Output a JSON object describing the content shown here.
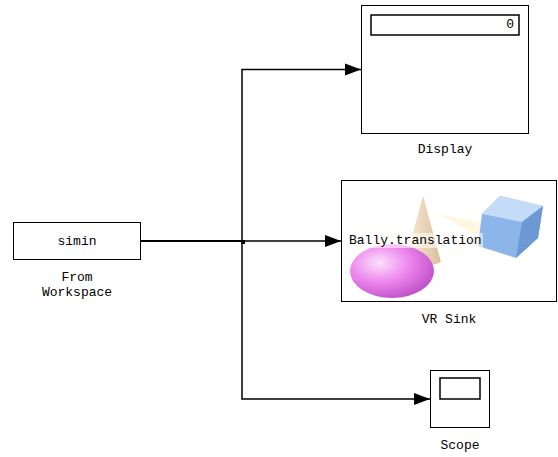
{
  "diagram": {
    "nodes": [
      {
        "text": [
          "simin",
          "From Workspace"
        ]
      },
      {
        "text": [
          "0",
          "Display"
        ]
      },
      {
        "text": [
          "Bally.translation",
          "VR Sink"
        ]
      },
      {
        "text": [
          "Scope"
        ]
      }
    ],
    "edges": [
      {
        "from": 0,
        "to": 1,
        "arrow": "to"
      },
      {
        "from": 0,
        "to": 2,
        "arrow": "to"
      },
      {
        "from": 0,
        "to": 3,
        "arrow": "to"
      }
    ]
  }
}
